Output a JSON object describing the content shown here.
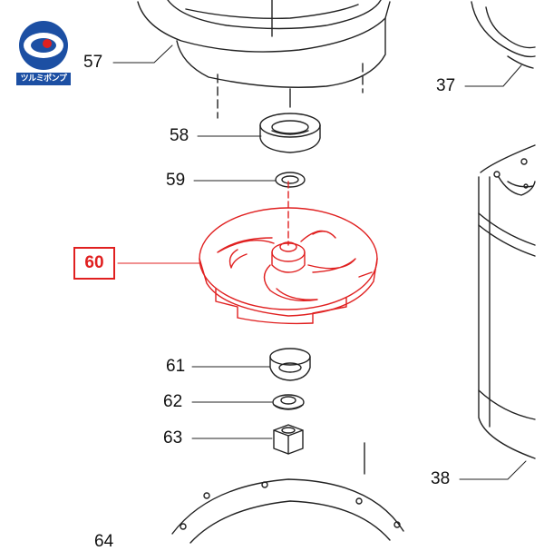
{
  "logo": {
    "caption": "ツルミポンプ",
    "brand_color": "#1c4fa3",
    "accent_color": "#e02020"
  },
  "callouts": {
    "p57": "57",
    "p58": "58",
    "p59": "59",
    "p60": "60",
    "p61": "61",
    "p62": "62",
    "p63": "63",
    "p37": "37",
    "p38": "38",
    "p64": "64"
  },
  "highlight": {
    "part": "60",
    "color": "#e02020"
  },
  "icons": [
    "tsurumi-logo-icon"
  ]
}
